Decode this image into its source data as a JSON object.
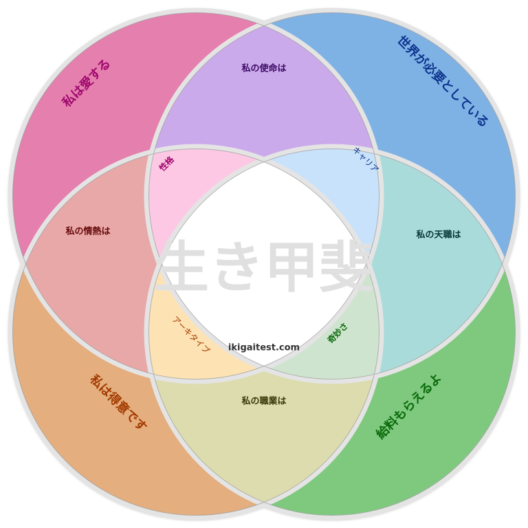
{
  "title": "生き甲斐",
  "website": "ikigaitest.com",
  "circles": {
    "love": {
      "label": "私は愛する",
      "color": "#e47fae",
      "text_color": "#a0086e"
    },
    "world_needs": {
      "label": "世界が必要としている",
      "color": "#7fb2e4",
      "text_color": "#0d3590"
    },
    "good_at": {
      "label": "私は得意です",
      "color": "#e4ae7f",
      "text_color": "#a33a00"
    },
    "paid_for": {
      "label": "給料もらえるよ",
      "color": "#7fc97f",
      "text_color": "#0a6a0a"
    }
  },
  "overlaps": {
    "mission": {
      "label": "私の使命は",
      "color": "#cbaaeb",
      "text_color": "#3a0a66"
    },
    "passion": {
      "label": "私の情熱は",
      "color": "#e9a8a8",
      "text_color": "#660a0a"
    },
    "vocation": {
      "label": "私の天職は",
      "color": "#aadbdb",
      "text_color": "#0a3838"
    },
    "profession": {
      "label": "私の職業は",
      "color": "#dcdcae",
      "text_color": "#383808"
    },
    "personality": {
      "label": "性格",
      "color": "#fdc8e4",
      "text_color": "#a0086e"
    },
    "career": {
      "label": "キャリア",
      "color": "#c8e2fb",
      "text_color": "#0d3590"
    },
    "archetype": {
      "label": "アーキタイプ",
      "color": "#fde3b3",
      "text_color": "#a33a00"
    },
    "strangeness": {
      "label": "奇妙さ",
      "color": "#cfe4cf",
      "text_color": "#0a6a0a"
    }
  }
}
